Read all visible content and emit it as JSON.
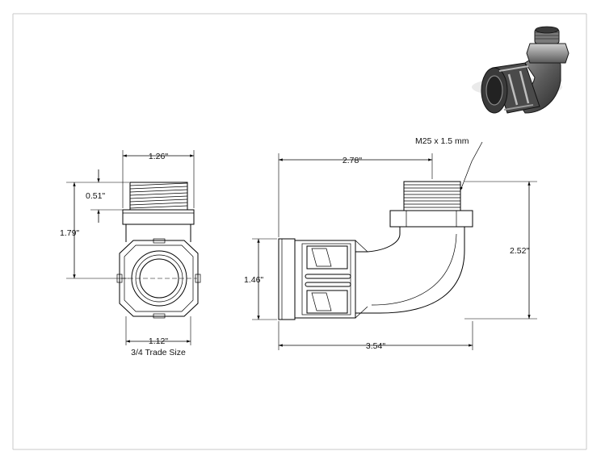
{
  "drawing": {
    "dimensions": {
      "front_width": "1.26\"",
      "thread_length": "0.51\"",
      "front_height": "1.79\"",
      "base_width": "1.12\"",
      "trade_size": "3/4 Trade Size",
      "thread_spec": "M25 x 1.5 mm",
      "side_top_length": "2.78\"",
      "side_height": "2.52\"",
      "body_height": "1.46\"",
      "overall_length": "3.54\""
    },
    "colors": {
      "line": "#000000",
      "border": "#c8c8c8",
      "render_dark": "#2a2a2a",
      "render_mid": "#6a6a6a",
      "render_light": "#b5b5b5"
    }
  }
}
